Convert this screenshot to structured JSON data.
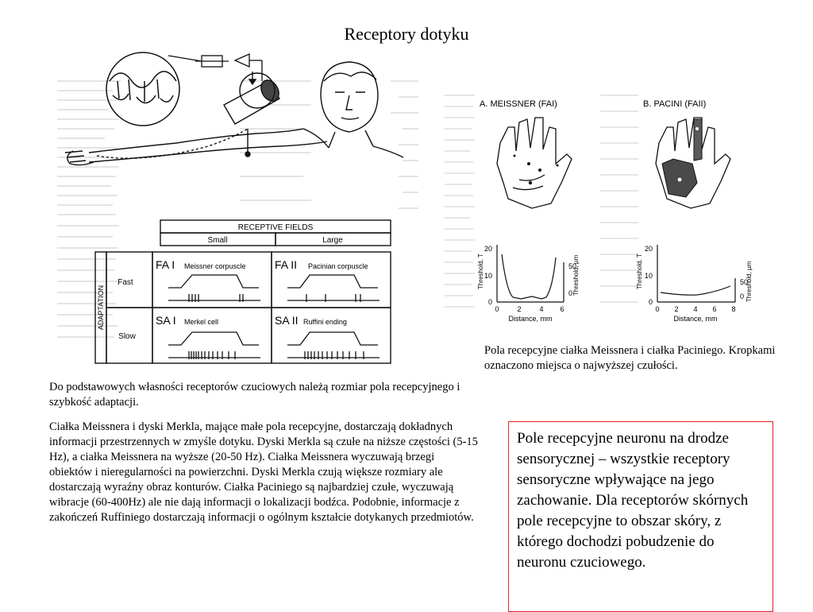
{
  "title": "Receptory dotyku",
  "figure_left": {
    "header": "RECEPTIVE FIELDS",
    "col_small": "Small",
    "col_large": "Large",
    "row_axis": "ADAPTATION",
    "row_fast": "Fast",
    "row_slow": "Slow",
    "cells": [
      {
        "code": "FA I",
        "name": "Meissner corpuscle"
      },
      {
        "code": "FA II",
        "name": "Pacinian corpuscle"
      },
      {
        "code": "SA I",
        "name": "Merkel cell"
      },
      {
        "code": "SA II",
        "name": "Ruffini ending"
      }
    ]
  },
  "figure_right": {
    "panel_a": "A.  MEISSNER (FAI)",
    "panel_b": "B.  PACINI (FAII)",
    "chart_a": {
      "ylabel_left": "Threshold, T",
      "ylabel_right": "Threshold, µm",
      "xlabel": "Distance, mm",
      "yticks_left": [
        "0",
        "10",
        "20"
      ],
      "yticks_right": [
        "50",
        "0"
      ],
      "xticks": [
        "0",
        "2",
        "4",
        "6"
      ]
    },
    "chart_b": {
      "ylabel_left": "Threshold, T",
      "ylabel_right": "Threshold, µm",
      "xlabel": "Distance, mm",
      "yticks_left": [
        "0",
        "10",
        "20"
      ],
      "yticks_right": [
        "50",
        "0"
      ],
      "xticks": [
        "0",
        "2",
        "4",
        "6",
        "8"
      ]
    }
  },
  "caption_right": "Pola recepcyjne ciałka Meissnera i ciałka Paciniego. Kropkami oznaczono miejsca o najwyższej czułości.",
  "paragraph_1": "Do podstawowych własności receptorów czuciowych należą rozmiar pola recepcyjnego i szybkość adaptacji.",
  "paragraph_2": "Ciałka Meissnera i dyski Merkla, mające małe pola recepcyjne, dostarczają dokładnych informacji przestrzennych w zmyśle dotyku. Dyski Merkla są czułe na niższe częstości (5-15 Hz), a ciałka Meissnera na wyższe (20-50 Hz). Ciałka Meissnera wyczuwają brzegi obiektów i nieregularności na powierzchni. Dyski Merkla czują większe rozmiary ale dostarczają wyraźny obraz konturów. Ciałka Paciniego są najbardziej czułe, wyczuwają wibracje (60-400Hz) ale nie dają informacji o lokalizacji bodźca. Podobnie, informacje z zakończeń Ruffiniego dostarczają informacji o ogólnym kształcie dotykanych przedmiotów.",
  "definition_box": "Pole recepcyjne neuronu na drodze sensorycznej – wszystkie receptory sensoryczne wpływające na jego zachowanie. Dla receptorów skórnych pole recepcyjne to obszar skóry, z którego dochodzi pobudzenie do neuronu czuciowego."
}
